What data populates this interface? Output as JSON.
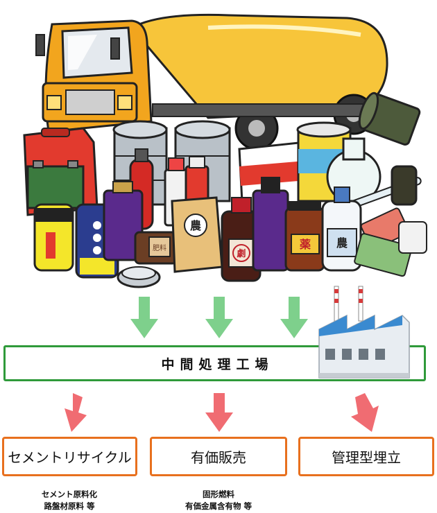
{
  "process": {
    "label": "中間処理工場"
  },
  "outputs": [
    {
      "label": "セメントリサイクル",
      "note_lines": [
        "セメント原料化",
        "路盤材原料 等"
      ]
    },
    {
      "label": "有価販売",
      "note_lines": [
        "固形燃料",
        "有価金属含有物 等"
      ]
    },
    {
      "label": "管理型埋立",
      "note_lines": []
    }
  ],
  "illustration_labels": {
    "pesticide_bag": "農",
    "pesticide_bottle": "農",
    "medicine_jar": "薬",
    "poison_bottle": "劇",
    "fertilizer_bag": "肥料"
  },
  "colors": {
    "process_border": "#2f9a3a",
    "output_border": "#e8701e",
    "down_arrow_green": "#7ed08c",
    "down_arrow_red": "#f06c72"
  }
}
